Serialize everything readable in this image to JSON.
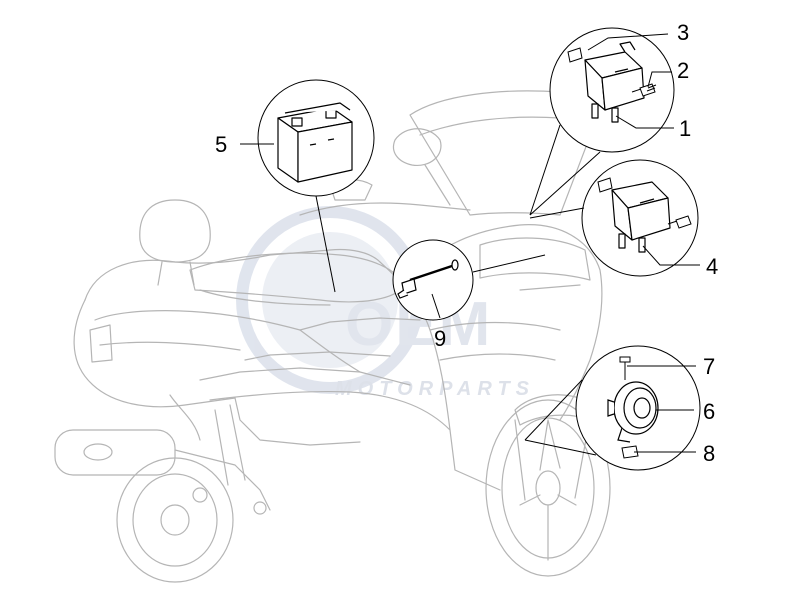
{
  "diagram": {
    "type": "exploded parts diagram",
    "subject": "scooter electrical parts",
    "colors": {
      "line": "#000000",
      "scooter_outline": "#b8b8b8",
      "watermark": "#d0d8e8"
    },
    "callouts": [
      {
        "id": "1",
        "label": "1"
      },
      {
        "id": "2",
        "label": "2"
      },
      {
        "id": "3",
        "label": "3"
      },
      {
        "id": "4",
        "label": "4"
      },
      {
        "id": "5",
        "label": "5"
      },
      {
        "id": "6",
        "label": "6"
      },
      {
        "id": "7",
        "label": "7"
      },
      {
        "id": "8",
        "label": "8"
      },
      {
        "id": "9",
        "label": "9"
      }
    ]
  },
  "watermark": {
    "logo_text": "OEM",
    "sub_text": "MOTORPARTS"
  }
}
